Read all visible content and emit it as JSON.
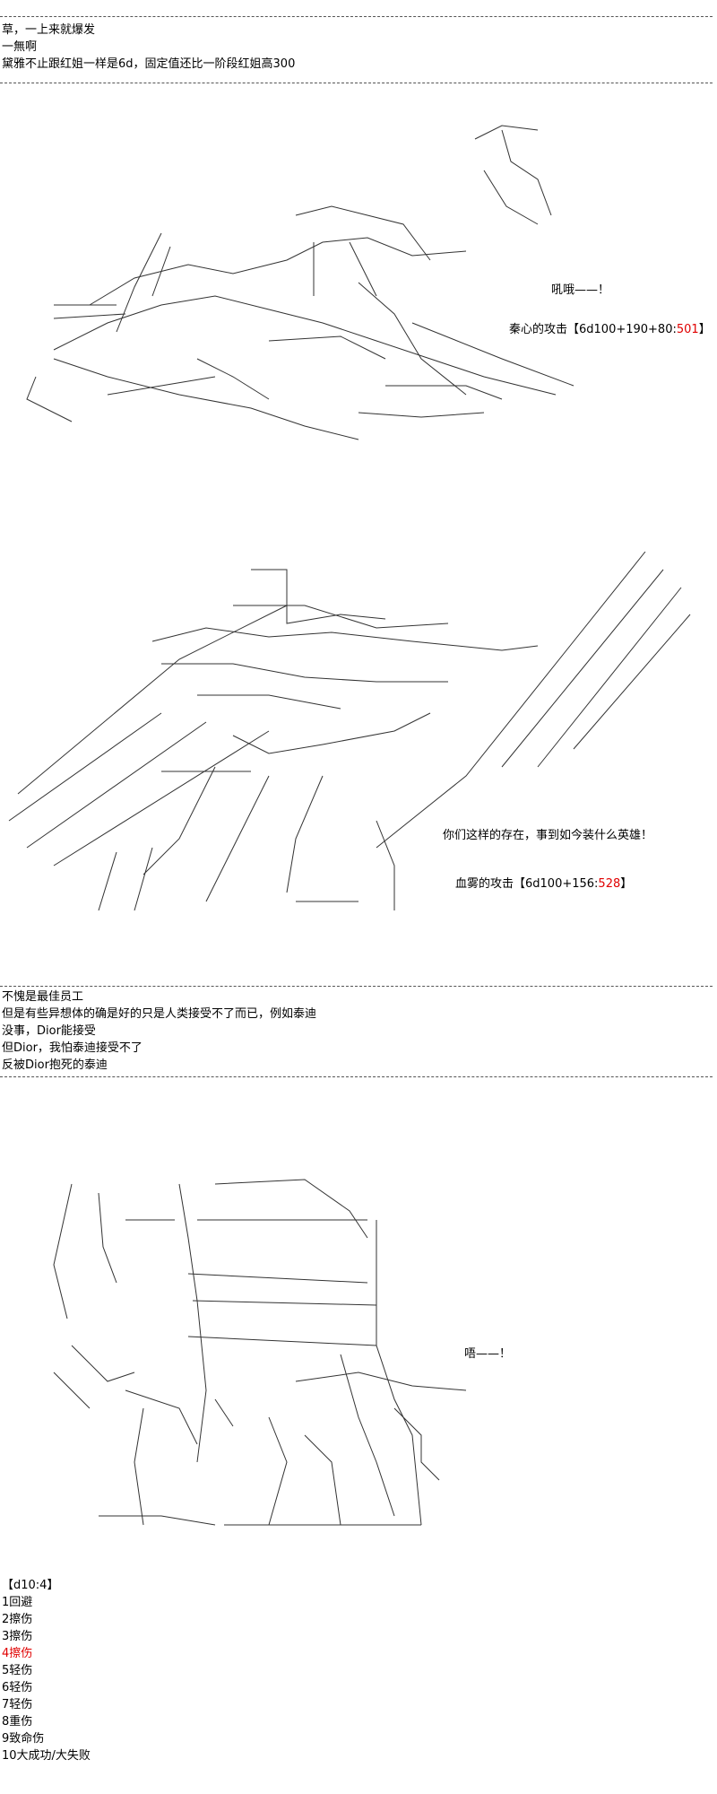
{
  "intro_lines": [
    "草，一上来就爆发",
    "一無啊",
    "黛雅不止跟红姐一样是6d，固定值还比一阶段红姐高300"
  ],
  "panel1": {
    "speech": "吼哦——！",
    "attack_prefix": "秦心的攻击【6d100+190+80:",
    "attack_value": "501",
    "attack_suffix": "】"
  },
  "panel2": {
    "speech": "你们这样的存在，事到如今装什么英雄！",
    "attack_prefix": "血雾的攻击【6d100+156:",
    "attack_value": "528",
    "attack_suffix": "】"
  },
  "comment_lines": [
    "不愧是最佳员工",
    "但是有些异想体的确是好的只是人类接受不了而已，例如泰迪",
    "没事，Dior能接受",
    "但Dior，我怕泰迪接受不了",
    "反被Dior抱死的泰迪"
  ],
  "panel3": {
    "speech": "唔——！"
  },
  "roll": {
    "header": "【d10:4】",
    "outcomes": [
      "1回避",
      "2擦伤",
      "3擦伤",
      "4擦伤",
      "5轻伤",
      "6轻伤",
      "7轻伤",
      "8重伤",
      "9致命伤",
      "10大成功/大失败"
    ],
    "highlight_index": 3,
    "highlight_color": "#e00000"
  }
}
